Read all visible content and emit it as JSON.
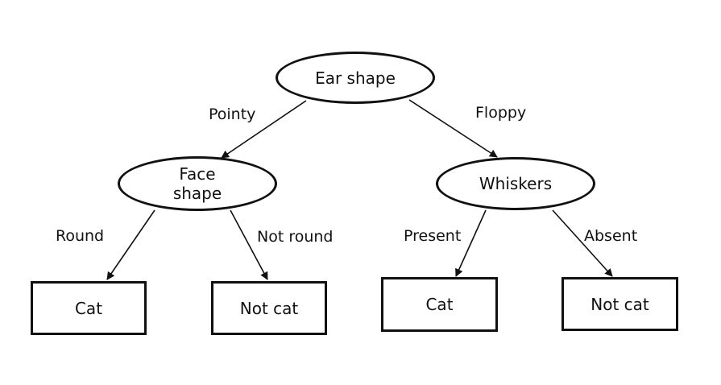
{
  "diagram": {
    "root": {
      "label": "Ear shape"
    },
    "left_node": {
      "label_line1": "Face",
      "label_line2": "shape"
    },
    "right_node": {
      "label": "Whiskers"
    },
    "edges": {
      "pointy": "Pointy",
      "floppy": "Floppy",
      "round": "Round",
      "not_round": "Not round",
      "present": "Present",
      "absent": "Absent"
    },
    "leaves": {
      "leaf_1": "Cat",
      "leaf_2": "Not cat",
      "leaf_3": "Cat",
      "leaf_4": "Not cat"
    }
  }
}
